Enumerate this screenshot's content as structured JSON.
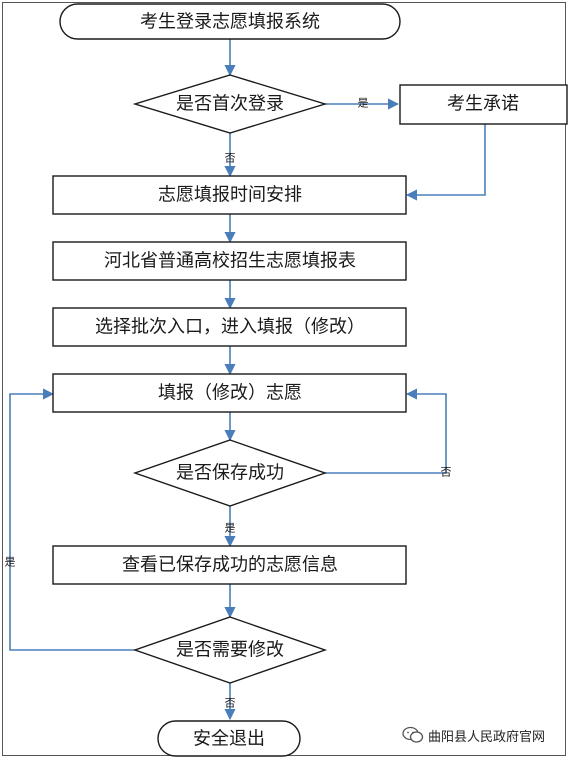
{
  "nodes": {
    "title": "考生登录志愿填报系统",
    "first_login": "是否首次登录",
    "pledge": "考生承诺",
    "schedule": "志愿填报时间安排",
    "form": "河北省普通高校招生志愿填报表",
    "select_batch": "选择批次入口，进入填报（修改）",
    "fill": "填报（修改）志愿",
    "saved_ok": "是否保存成功",
    "view_saved": "查看已保存成功的志愿信息",
    "need_modify": "是否需要修改",
    "exit": "安全退出"
  },
  "labels": {
    "yes_first": "是",
    "no_first": "否",
    "no_saved": "否",
    "yes_saved": "是",
    "yes_modify": "是",
    "no_modify": "否"
  },
  "watermark": {
    "text": "曲阳县人民政府官网",
    "icon": "wechat-icon"
  },
  "colors": {
    "arrow": "#4a7ebb",
    "border": "#1a1a1a"
  }
}
